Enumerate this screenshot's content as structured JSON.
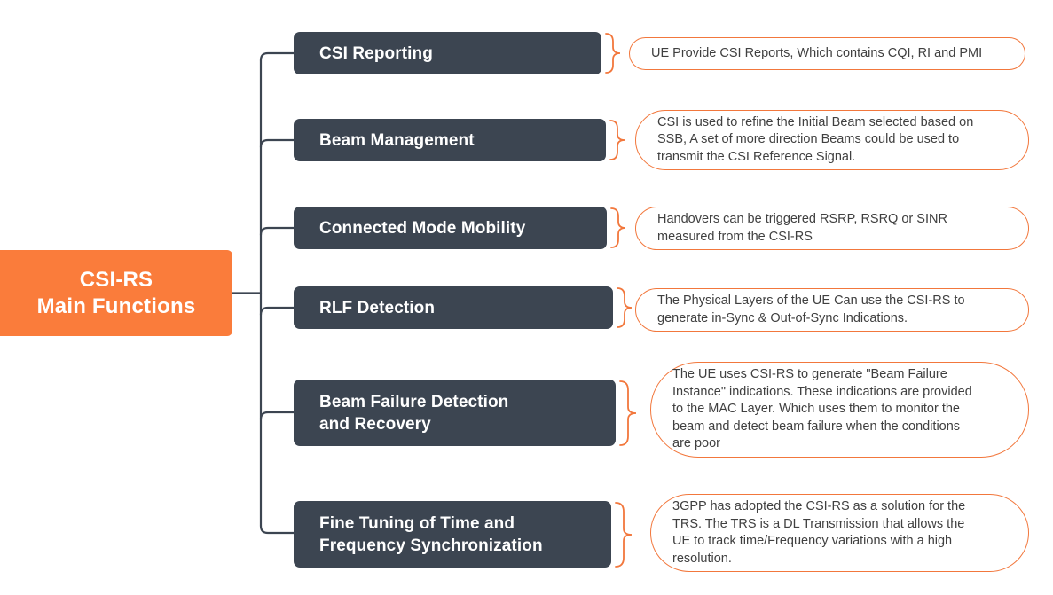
{
  "diagram": {
    "title": "CSI-RS Main Functions",
    "root": {
      "label": "CSI-RS\nMain Functions",
      "color": "#fa7c3b",
      "text_color": "#ffffff"
    },
    "colors": {
      "node_fill": "#3c4551",
      "node_text": "#ffffff",
      "accent": "#fa7c3b",
      "callout_border": "#f2773c",
      "callout_text": "#404040",
      "connector": "#3c4551",
      "background": "#ffffff"
    },
    "branches": [
      {
        "label": "CSI Reporting",
        "description": "UE Provide CSI Reports, Which contains CQI, RI and PMI"
      },
      {
        "label": "Beam Management",
        "description": "CSI is used to refine the Initial Beam selected based on\nSSB, A set of more direction Beams could be used to\ntransmit the CSI Reference Signal."
      },
      {
        "label": "Connected Mode Mobility",
        "description": "Handovers can be triggered RSRP, RSRQ or SINR\nmeasured from the CSI-RS"
      },
      {
        "label": "RLF Detection",
        "description": "The Physical Layers of the UE Can use the CSI-RS to\ngenerate in-Sync & Out-of-Sync Indications."
      },
      {
        "label": "Beam Failure Detection\nand Recovery",
        "description": "The UE uses CSI-RS to generate \"Beam Failure\nInstance\" indications. These indications are provided\nto the MAC Layer. Which uses them to monitor the\nbeam and detect beam failure when the conditions\nare poor"
      },
      {
        "label": "Fine Tuning of Time and\nFrequency Synchronization",
        "description": "3GPP has adopted the CSI-RS as a solution for the\nTRS. The TRS is a DL Transmission that allows the\nUE to track time/Frequency variations with a high\nresolution."
      }
    ]
  }
}
